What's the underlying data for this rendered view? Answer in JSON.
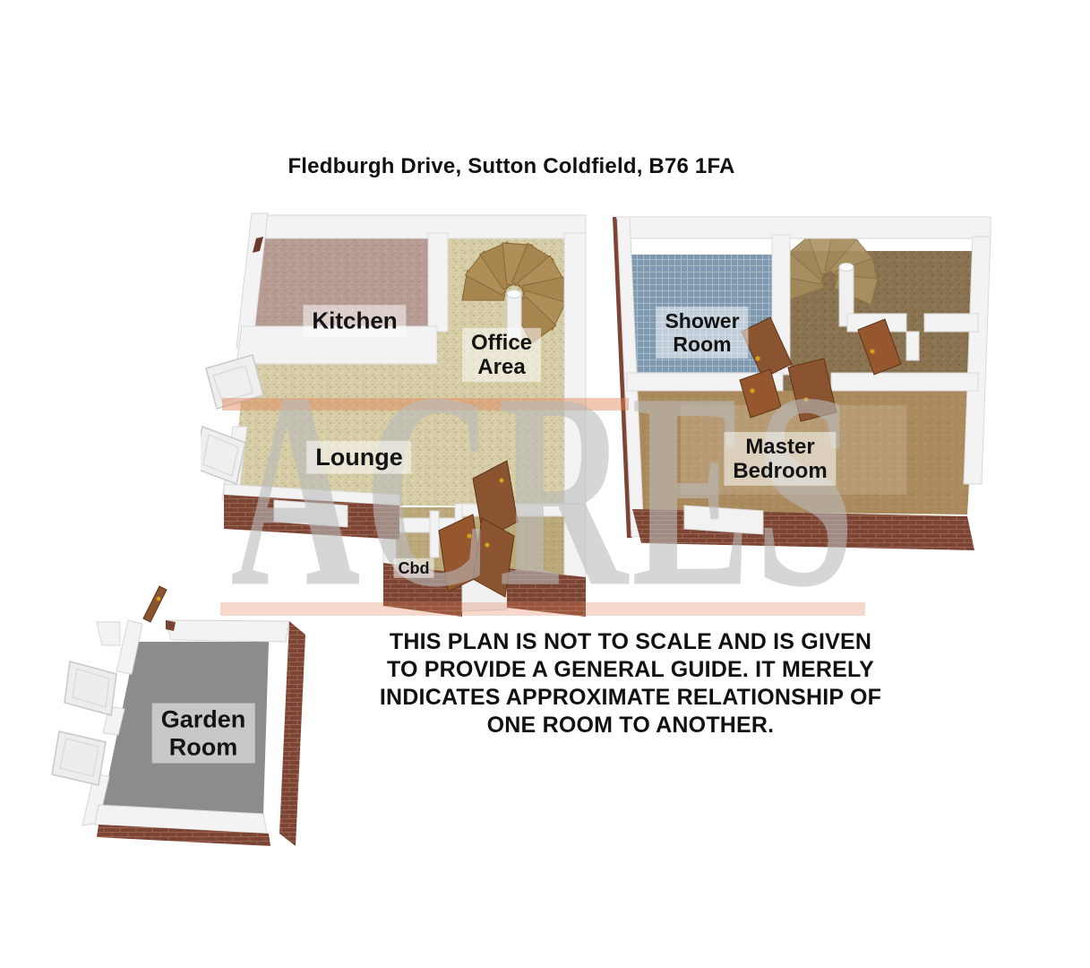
{
  "title": "Fledburgh Drive, Sutton Coldfield, B76 1FA",
  "watermark": "ACRES",
  "floors": {
    "ground": {
      "rooms": {
        "kitchen": {
          "label": "Kitchen"
        },
        "office_area": {
          "lines": [
            "Office",
            "Area"
          ]
        },
        "lounge": {
          "label": "Lounge"
        },
        "cupboard": {
          "label": "Cbd"
        }
      }
    },
    "first": {
      "rooms": {
        "shower_room": {
          "lines": [
            "Shower",
            "Room"
          ]
        },
        "master_bedroom": {
          "lines": [
            "Master",
            "Bedroom"
          ]
        }
      }
    },
    "outbuilding": {
      "rooms": {
        "garden_room": {
          "lines": [
            "Garden",
            "Room"
          ]
        }
      }
    }
  },
  "disclaimer": {
    "lines": [
      "THIS PLAN IS NOT TO SCALE AND IS GIVEN",
      "TO PROVIDE A GENERAL GUIDE. IT MERELY",
      "INDICATES APPROXIMATE RELATIONSHIP OF",
      "ONE ROOM TO ANOTHER."
    ]
  },
  "colors": {
    "carpet_tan": "#d6cca5",
    "carpet_stripe_salmon": "#e08255",
    "kitchen_floor_mauve": "#b79c94",
    "shower_tile_blue": "#7e99b0",
    "landing_carpet_brown": "#8a7350",
    "bedroom_carpet_brown": "#ab8b5e",
    "hall_carpet_dark": "#bba97b",
    "garden_floor_gray": "#8c8c8c",
    "brick_red": "#7c4434",
    "door_brown": "#8b5430",
    "wall_white": "#f3f3f3",
    "watermark_gray": "#bbbbbb"
  }
}
